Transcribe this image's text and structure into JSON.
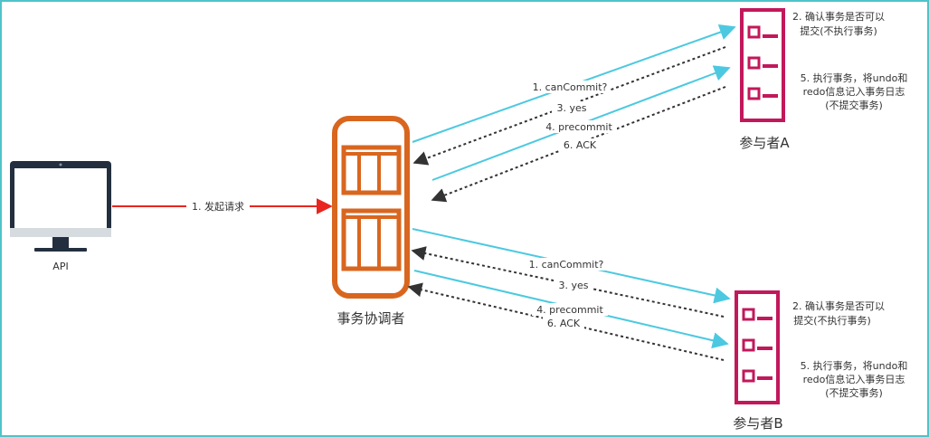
{
  "api": {
    "label": "API"
  },
  "coordinator": {
    "label": "事务协调者"
  },
  "participant_a": {
    "label": "参与者A",
    "note_confirm": [
      "2. 确认事务是否可以",
      "提交(不执行事务)"
    ],
    "note_execute": [
      "5. 执行事务，将undo和",
      "redo信息记入事务日志",
      "(不提交事务)"
    ]
  },
  "participant_b": {
    "label": "参与者B",
    "note_confirm": [
      "2. 确认事务是否可以",
      "提交(不执行事务)"
    ],
    "note_execute": [
      "5. 执行事务，将undo和",
      "redo信息记入事务日志",
      "(不提交事务)"
    ]
  },
  "edges": {
    "request": "1. 发起请求",
    "a_cancommit": "1. canCommit?",
    "a_yes": "3. yes",
    "a_precommit": "4. precommit",
    "a_ack": "6. ACK",
    "b_cancommit": "1. canCommit?",
    "b_yes": "3. yes",
    "b_precommit": "4. precommit",
    "b_ack": "6. ACK"
  },
  "colors": {
    "request_arrow": "#e8261f",
    "forward_arrow": "#4cc9e0",
    "reply_arrow": "#333333",
    "coordinator": "#d9661f",
    "participant": "#c2185b",
    "monitor": "#232f3e"
  }
}
